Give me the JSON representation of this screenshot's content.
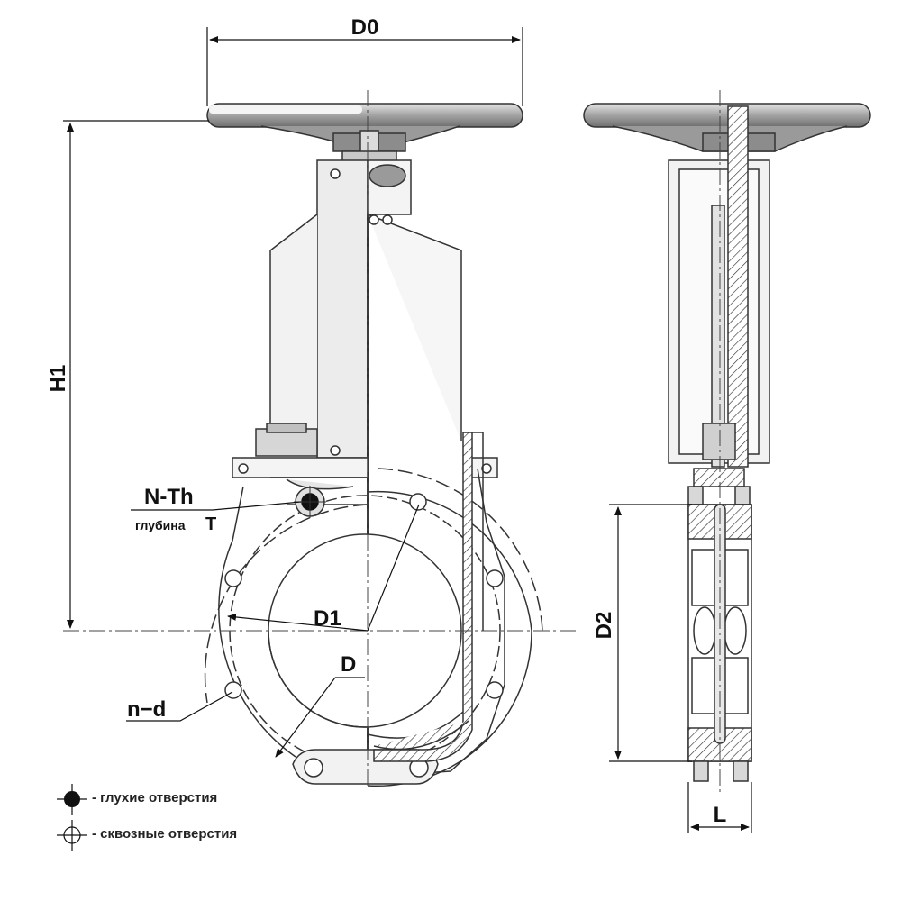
{
  "dimensions": {
    "d0": "D0",
    "h1": "H1",
    "n_th": "N-Th",
    "depth_word": "глубина",
    "depth_t": "T",
    "d1": "D1",
    "d": "D",
    "n_d": "n−d",
    "d2": "D2",
    "l": "L"
  },
  "legend": {
    "blind_holes": "- глухие отверстия",
    "through_holes": "- сквозные отверстия"
  }
}
